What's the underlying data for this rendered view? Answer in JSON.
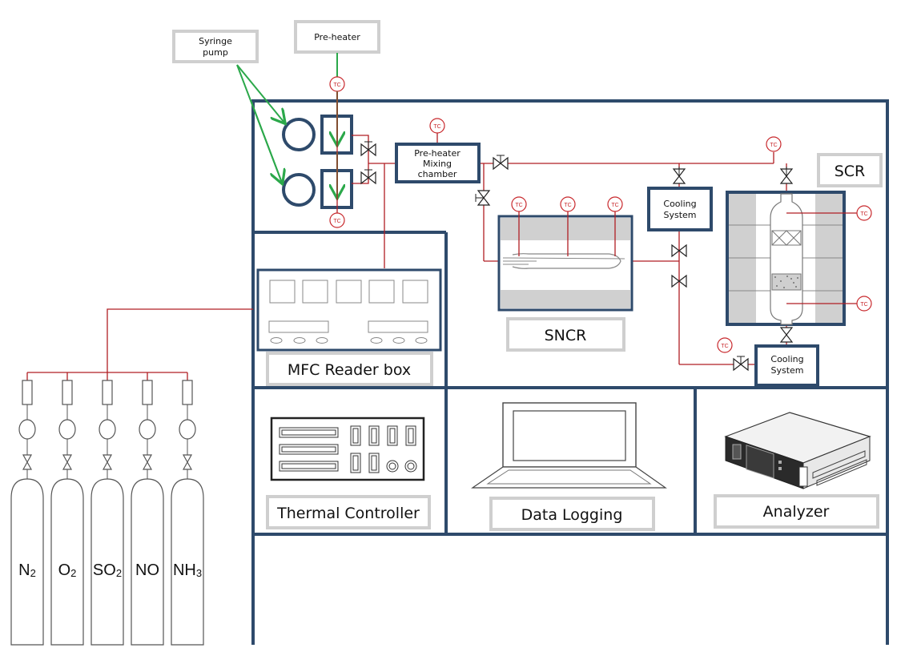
{
  "labels": {
    "syringe_pump_1": "Syringe",
    "syringe_pump_2": "pump",
    "pre_heater": "Pre-heater",
    "mixing_1": "Pre-heater",
    "mixing_2": "Mixing",
    "mixing_3": "chamber",
    "cooling_top_1": "Cooling",
    "cooling_top_2": "System",
    "cooling_bottom_1": "Cooling",
    "cooling_bottom_2": "System",
    "scr": "SCR",
    "sncr": "SNCR",
    "mfc_reader_box": "MFC Reader box",
    "thermal_controller": "Thermal Controller",
    "data_logging": "Data Logging",
    "analyzer": "Analyzer",
    "tc": "TC"
  },
  "gases": [
    {
      "base": "N",
      "sub": "2"
    },
    {
      "base": "O",
      "sub": "2"
    },
    {
      "base": "SO",
      "sub": "2"
    },
    {
      "base": "NO",
      "sub": ""
    },
    {
      "base": "NH",
      "sub": "3"
    }
  ],
  "colors": {
    "frame": "#2e4a6b",
    "pipe": "#b01e24",
    "injection_line": "#2ba84a",
    "label_border": "#cfcfcf",
    "thermocouple": "#c8282c"
  }
}
